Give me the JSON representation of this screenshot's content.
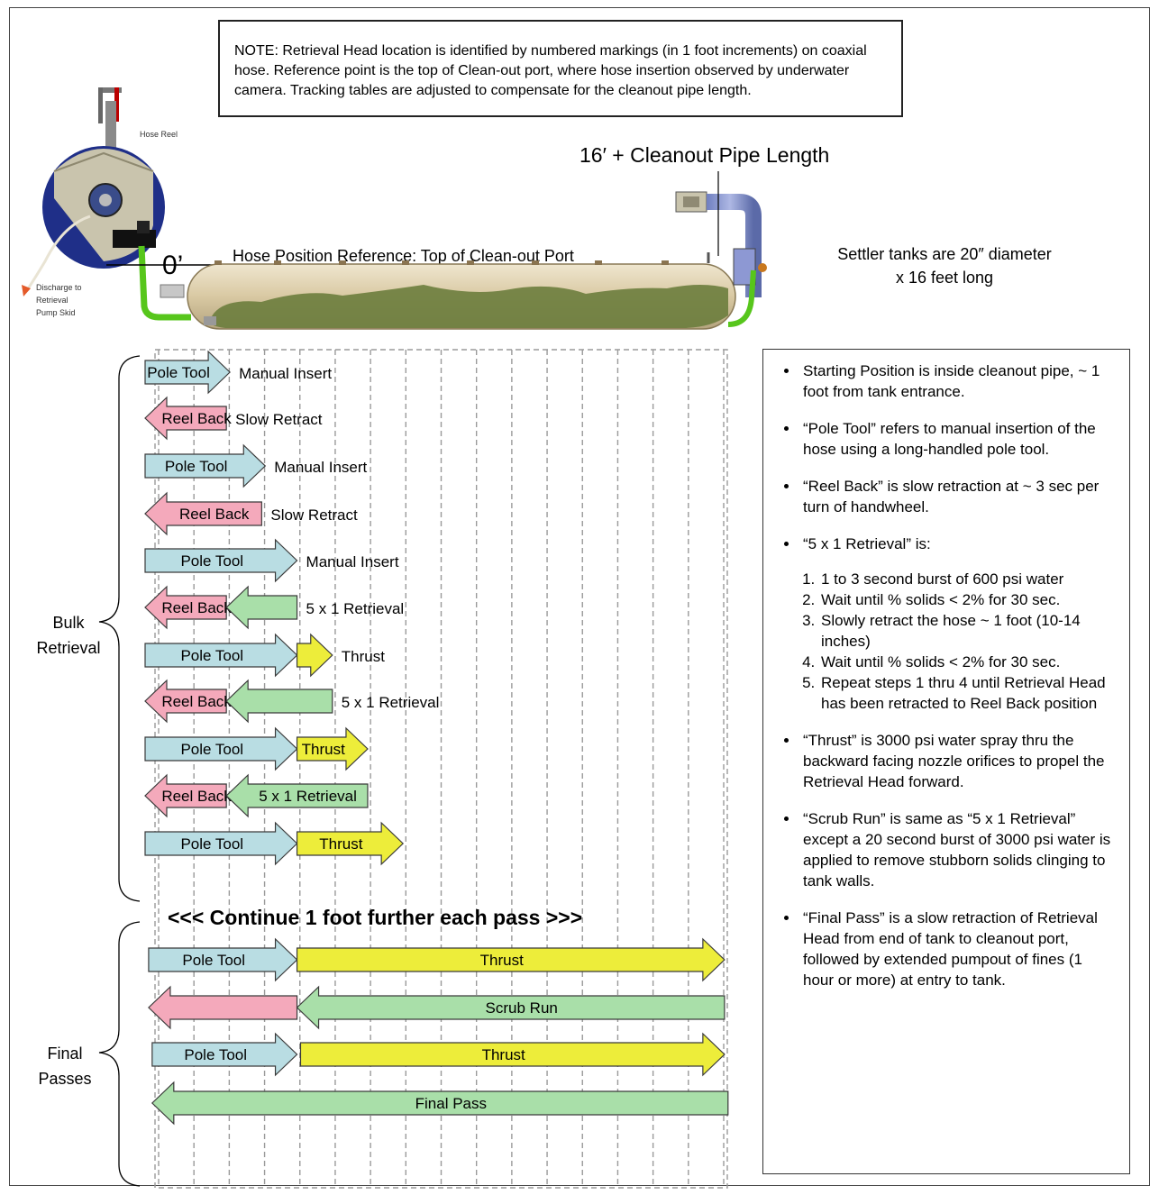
{
  "note": {
    "text": "NOTE:  Retrieval Head location is identified by numbered markings (in 1 foot increments) on coaxial hose.  Reference point is the top of Clean-out port, where hose insertion observed by underwater camera. Tracking tables are adjusted to compensate for the cleanout pipe length."
  },
  "tank": {
    "hose_reel_label": "Hose Reel",
    "discharge_label_lines": [
      "Discharge to",
      "Retrieval",
      "Pump Skid"
    ],
    "zero_label": "0’",
    "position_reference": "Hose Position Reference: Top of Clean-out Port",
    "length_label": "16′ + Cleanout Pipe Length",
    "settler_lines": [
      "Settler tanks are 20″ diameter",
      "x 16 feet long"
    ]
  },
  "sections": {
    "bulk": [
      "Bulk",
      "Retrieval"
    ],
    "final": [
      "Final",
      "Passes"
    ],
    "continue_label": "<<<  Continue 1 foot further each pass >>>"
  },
  "colors": {
    "pole_tool": "#b9dde3",
    "reel_back": "#f4a9bb",
    "retrieval": "#a9dfa9",
    "thrust": "#eded3a",
    "outline": "#3a3a3a"
  },
  "rows": [
    {
      "arrows": [
        {
          "kind": "pole_tool",
          "label": "Pole Tool",
          "start": 0,
          "end": 2.4,
          "dir": "right"
        }
      ],
      "side_label": "Manual Insert"
    },
    {
      "arrows": [
        {
          "kind": "reel_back",
          "label": "Reel Back",
          "start": 0,
          "end": 2.3,
          "dir": "left"
        }
      ],
      "side_label": "Slow Retract"
    },
    {
      "arrows": [
        {
          "kind": "pole_tool",
          "label": "Pole Tool",
          "start": 0,
          "end": 3.4,
          "dir": "right"
        }
      ],
      "side_label": "Manual Insert"
    },
    {
      "arrows": [
        {
          "kind": "reel_back",
          "label": "Reel Back",
          "start": 0,
          "end": 3.3,
          "dir": "left"
        }
      ],
      "side_label": "Slow Retract"
    },
    {
      "arrows": [
        {
          "kind": "pole_tool",
          "label": "Pole Tool",
          "start": 0,
          "end": 4.3,
          "dir": "right"
        }
      ],
      "side_label": "Manual Insert"
    },
    {
      "arrows": [
        {
          "kind": "reel_back",
          "label": "Reel Back",
          "start": 0,
          "end": 2.3,
          "dir": "left"
        },
        {
          "kind": "retrieval",
          "label": "",
          "start": 2.3,
          "end": 4.3,
          "dir": "left"
        }
      ],
      "side_label": "5 x 1 Retrieval"
    },
    {
      "arrows": [
        {
          "kind": "pole_tool",
          "label": "Pole Tool",
          "start": 0,
          "end": 4.3,
          "dir": "right"
        },
        {
          "kind": "thrust",
          "label": "",
          "start": 4.3,
          "end": 5.3,
          "dir": "right"
        }
      ],
      "side_label": "Thrust"
    },
    {
      "arrows": [
        {
          "kind": "reel_back",
          "label": "Reel Back",
          "start": 0,
          "end": 2.3,
          "dir": "left"
        },
        {
          "kind": "retrieval",
          "label": "",
          "start": 2.3,
          "end": 5.3,
          "dir": "left"
        }
      ],
      "side_label": "5 x 1 Retrieval"
    },
    {
      "arrows": [
        {
          "kind": "pole_tool",
          "label": "Pole Tool",
          "start": 0,
          "end": 4.3,
          "dir": "right"
        },
        {
          "kind": "thrust",
          "label": "Thrust",
          "start": 4.3,
          "end": 6.3,
          "dir": "right"
        }
      ],
      "side_label": ""
    },
    {
      "arrows": [
        {
          "kind": "reel_back",
          "label": "Reel Back",
          "start": 0,
          "end": 2.3,
          "dir": "left"
        },
        {
          "kind": "retrieval",
          "label": "5 x 1 Retrieval",
          "start": 2.3,
          "end": 6.3,
          "dir": "left"
        }
      ],
      "side_label": ""
    },
    {
      "arrows": [
        {
          "kind": "pole_tool",
          "label": "Pole Tool",
          "start": 0,
          "end": 4.3,
          "dir": "right"
        },
        {
          "kind": "thrust",
          "label": "Thrust",
          "start": 4.3,
          "end": 7.3,
          "dir": "right"
        }
      ],
      "side_label": ""
    },
    {
      "arrows": [
        {
          "kind": "pole_tool",
          "label": "Pole Tool",
          "start": 0.1,
          "end": 4.3,
          "dir": "right"
        },
        {
          "kind": "thrust",
          "label": "Thrust",
          "start": 4.3,
          "end": 16.4,
          "dir": "right"
        }
      ],
      "side_label": ""
    },
    {
      "arrows": [
        {
          "kind": "reel_back",
          "label": "",
          "start": 0.1,
          "end": 4.3,
          "dir": "left"
        },
        {
          "kind": "retrieval",
          "label": "Scrub Run",
          "start": 4.3,
          "end": 16.4,
          "dir": "left"
        }
      ],
      "side_label": ""
    },
    {
      "arrows": [
        {
          "kind": "pole_tool",
          "label": "Pole Tool",
          "start": 0.2,
          "end": 4.3,
          "dir": "right"
        },
        {
          "kind": "thrust",
          "label": "Thrust",
          "start": 4.4,
          "end": 16.4,
          "dir": "right"
        }
      ],
      "side_label": ""
    },
    {
      "arrows": [
        {
          "kind": "retrieval",
          "label": "Final Pass",
          "start": 0.2,
          "end": 16.5,
          "dir": "left"
        }
      ],
      "side_label": ""
    }
  ],
  "bullets": [
    {
      "text": "Starting Position is inside cleanout pipe, ~ 1 foot from tank entrance."
    },
    {
      "text": "“Pole Tool” refers to manual insertion of the hose using a long-handled pole tool."
    },
    {
      "text": "“Reel Back” is slow retraction at ~ 3 sec per turn of handwheel."
    },
    {
      "text": "“5 x 1 Retrieval” is:",
      "steps": [
        "1 to 3 second burst of 600 psi water",
        "Wait until % solids < 2% for 30 sec.",
        "Slowly retract the hose ~ 1 foot (10-14 inches)",
        "Wait until % solids < 2% for 30 sec.",
        "Repeat steps 1 thru 4 until Retrieval Head has been retracted to Reel Back position"
      ]
    },
    {
      "text": "“Thrust” is 3000 psi water spray thru the backward facing nozzle orifices to propel the Retrieval Head forward."
    },
    {
      "text": "“Scrub Run” is same as “5 x 1 Retrieval” except a 20 second burst of 3000 psi water is applied to remove stubborn solids clinging to tank walls."
    },
    {
      "text": "“Final Pass” is a slow retraction of Retrieval Head from end of tank to cleanout port, followed by extended pumpout of fines (1 hour or more) at entry to tank."
    }
  ]
}
